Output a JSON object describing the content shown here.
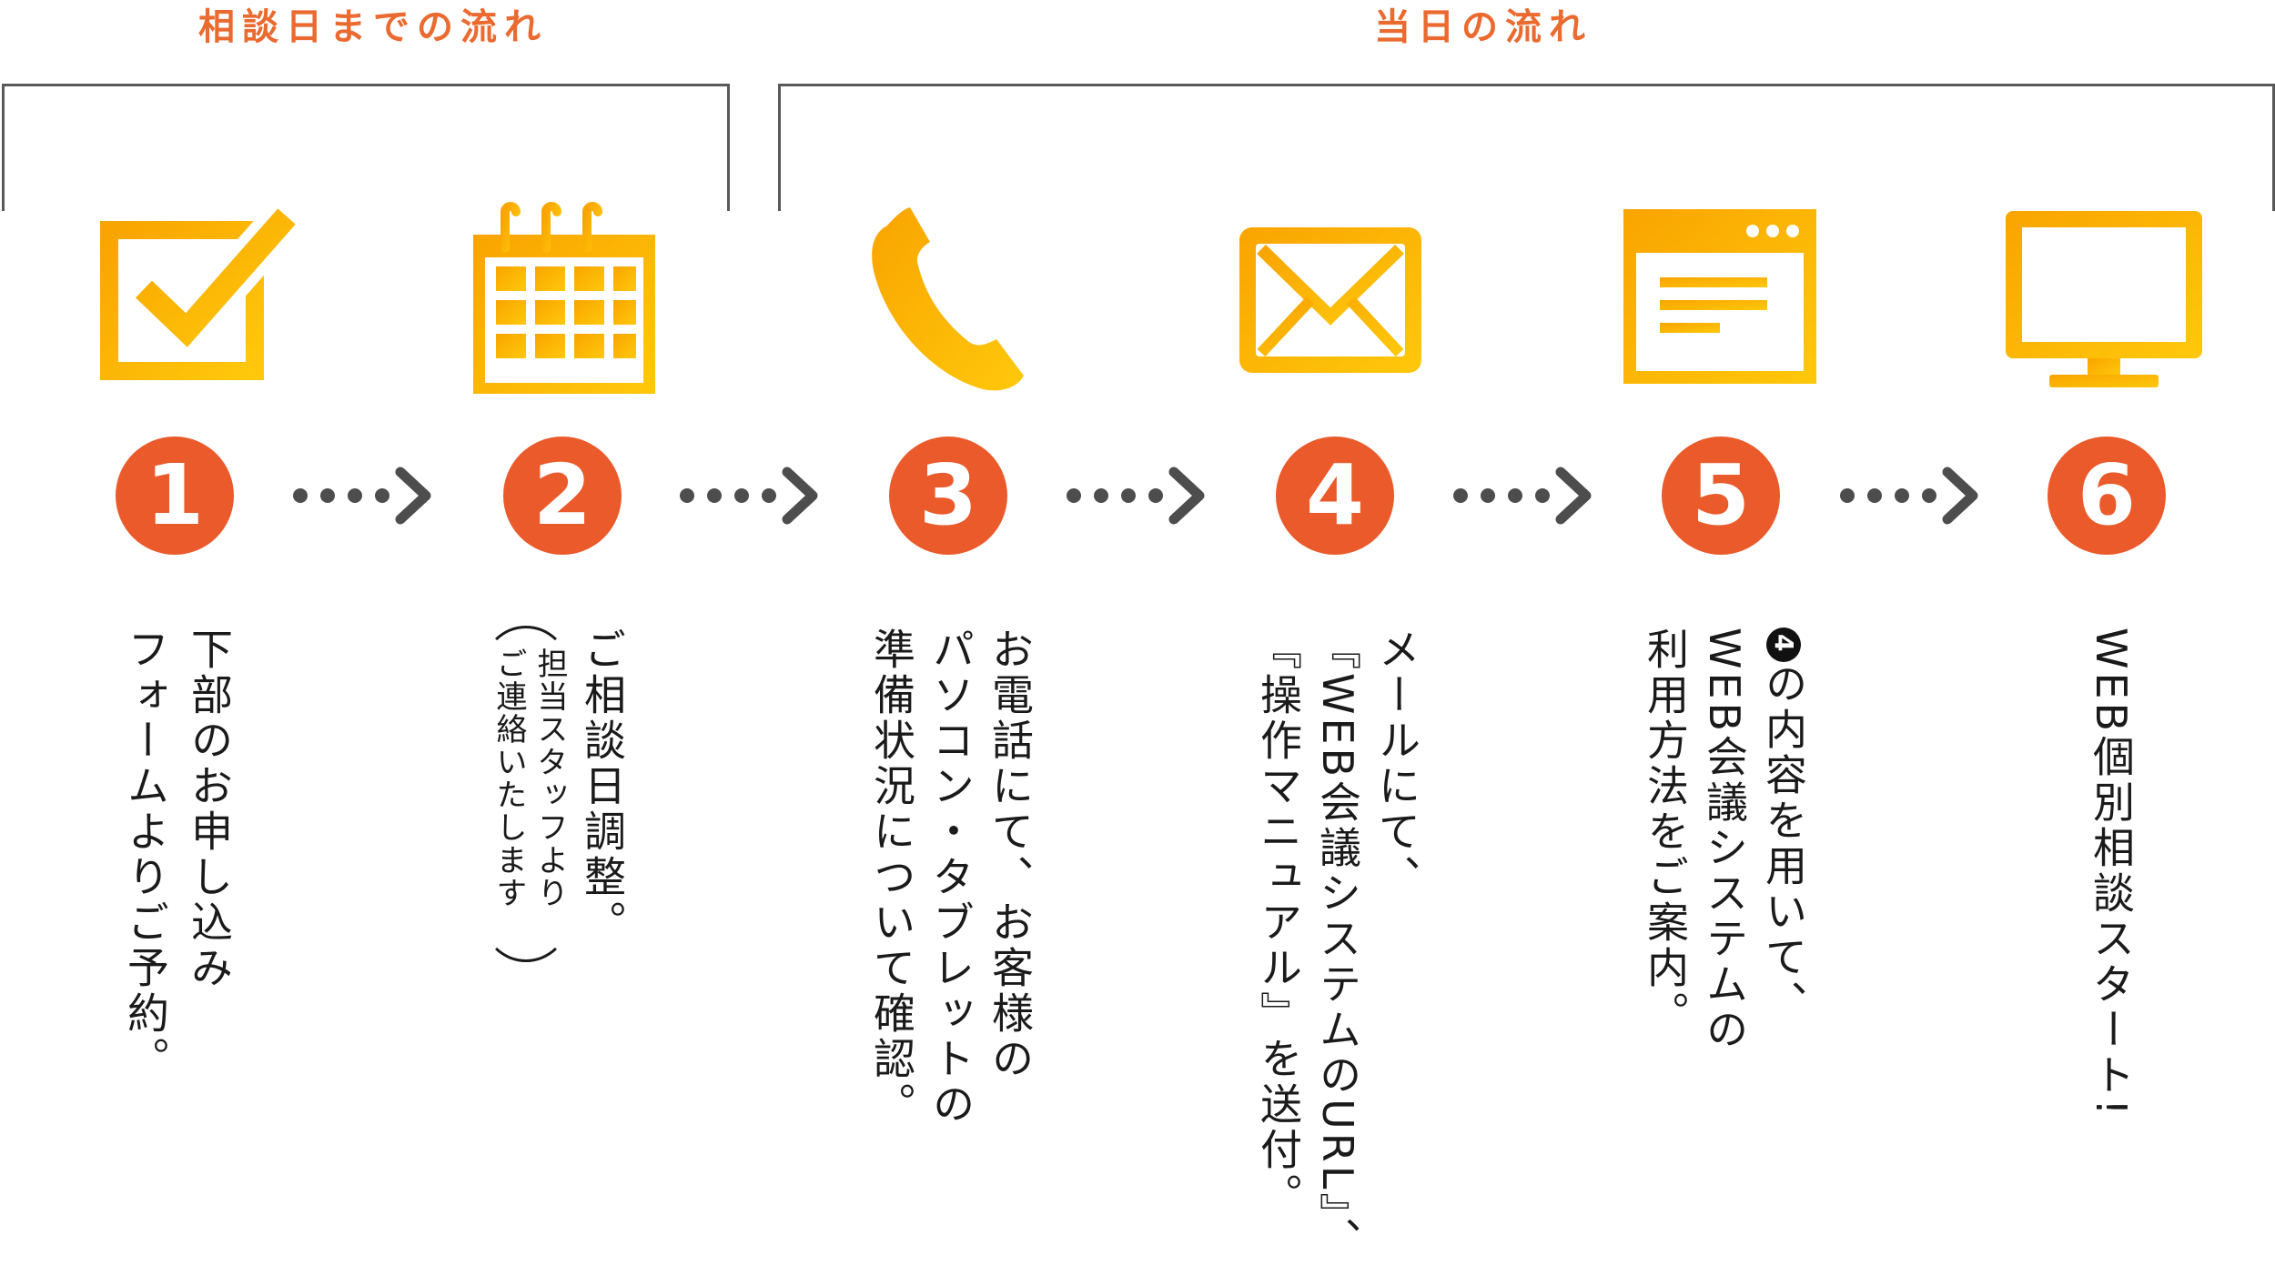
{
  "sections": {
    "before": "相談日までの流れ",
    "day": "当日の流れ"
  },
  "colors": {
    "title": "#ea6a30",
    "number_circle": "#ea5a2b",
    "icon_gradient_start": "#f9a400",
    "icon_gradient_end": "#ffc80b",
    "arrow": "#4d4d4d",
    "bracket": "#595959"
  },
  "steps": [
    {
      "number": "1",
      "icon": "checkbox-icon",
      "lines": [
        "下部のお申し込み",
        "フォームよりご予約。"
      ]
    },
    {
      "number": "2",
      "icon": "calendar-icon",
      "lines": [
        "ご相談日調整。"
      ],
      "note": [
        "担当スタッフより",
        "ご連絡いたします"
      ]
    },
    {
      "number": "3",
      "icon": "phone-icon",
      "lines": [
        "お電話にて、お客様の",
        "パソコン・タブレットの",
        "準備状況について確認。"
      ]
    },
    {
      "number": "4",
      "icon": "mail-icon",
      "lines": [
        "メールにて、",
        "『WEB会議システムのURL』、",
        "『操作マニュアル』を送付。"
      ]
    },
    {
      "number": "5",
      "icon": "browser-window-icon",
      "lines": [
        "の内容を用いて、",
        "WEB会議システムの",
        "利用方法をご案内。"
      ],
      "badge": "4"
    },
    {
      "number": "6",
      "icon": "monitor-icon",
      "lines": [
        "WEB個別相談スタート!"
      ]
    }
  ]
}
